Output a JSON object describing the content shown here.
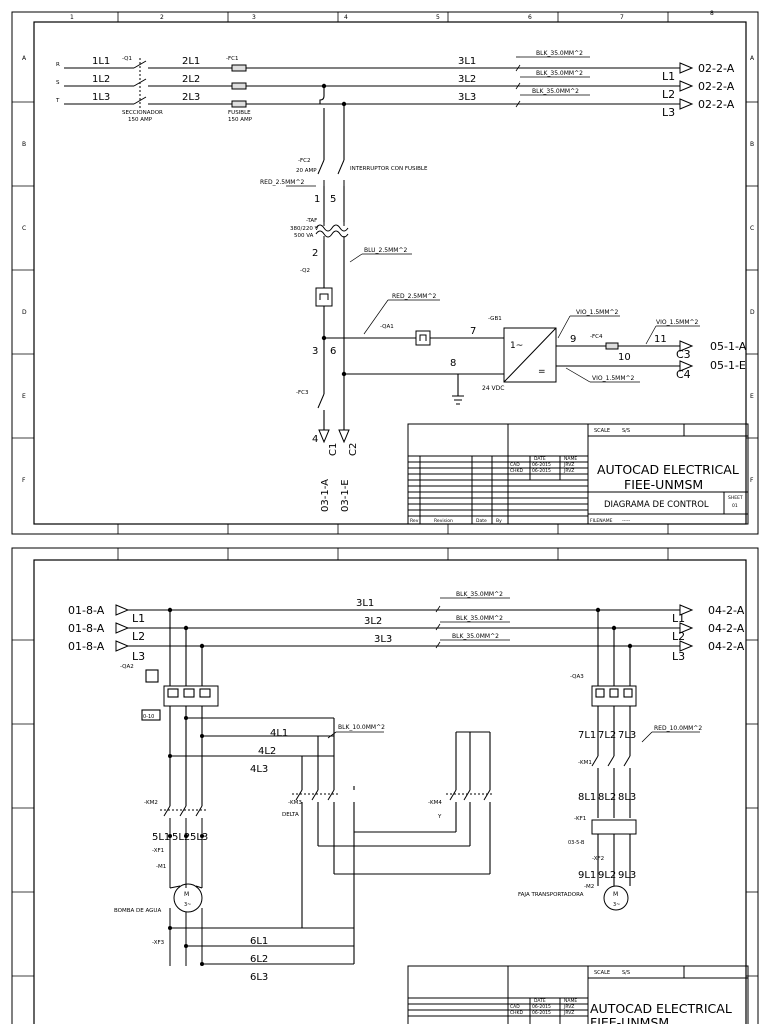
{
  "sheet1": {
    "col_numbers": [
      "1",
      "2",
      "3",
      "4",
      "5",
      "6",
      "7",
      "8"
    ],
    "row_letters": [
      "A",
      "B",
      "C",
      "D",
      "E",
      "F"
    ],
    "phase_in": [
      "R",
      "S",
      "T"
    ],
    "lines_left": [
      "1L1",
      "1L2",
      "1L3"
    ],
    "lines_mid": [
      "2L1",
      "2L2",
      "2L3"
    ],
    "lines_right": [
      "3L1",
      "3L2",
      "3L3"
    ],
    "q1_tag": "-Q1",
    "fc1_tag": "-FC1",
    "seccionador": "SECCIONADOR",
    "seccionador_amp": "150 AMP",
    "fusible": "FUSIBLE",
    "fusible_amp": "150 AMP",
    "wire_blk35": "BLK_35.0MM^2",
    "out_refs": [
      "02-2-A",
      "02-2-A",
      "02-2-A"
    ],
    "out_labels": [
      "L1",
      "L2",
      "L3"
    ],
    "fc2_tag": "-FC2",
    "fc2_amp": "20 AMP",
    "interruptor": "INTERRUPTOR CON FUSIBLE",
    "wire_red25": "RED_2.5MM^2",
    "n1": "1",
    "n5": "5",
    "taf_tag": "-TAF",
    "taf_v": "380/220 V",
    "taf_va": "500 VA",
    "wire_blu25": "BLU_2.5MM^2",
    "n2": "2",
    "q2_tag": "-Q2",
    "wire_red25b": "RED_2.5MM^2",
    "qa1_tag": "-QA1",
    "gb1_tag": "-GB1",
    "wire_vio15a": "VIO_1.5MM^2",
    "wire_vio15b": "VIO_1.5MM^2",
    "wire_vio15c": "VIO_1.5MM^2",
    "fc4_tag": "-FC4",
    "n7": "7",
    "n9": "9",
    "n11": "11",
    "n10": "10",
    "n8": "8",
    "n3": "3",
    "n6": "6",
    "n4": "4",
    "vdc": "24 VDC",
    "psu_ac": "1~",
    "psu_dc": "=",
    "c3": "C3",
    "c4": "C4",
    "c3_ref": "05-1-A",
    "c4_ref": "05-1-E",
    "fc3_tag": "-FC3",
    "c1": "C1",
    "c2": "C2",
    "c1_ref": "03-1-A",
    "c2_ref": "03-1-E",
    "title_block": {
      "scale_label": "SCALE",
      "scale_value": "S/S",
      "date_label": "DATE",
      "name_label": "NAME",
      "cad_label": "CAD",
      "cad_date": "06-2015",
      "cad_name": "JRVZ",
      "chkd_label": "CHKD",
      "chkd_date": "06-2015",
      "chkd_name": "JRVZ",
      "company_line1": "AUTOCAD ELECTRICAL",
      "company_line2": "FIEE-UNMSM",
      "drawing_title": "DIAGRAMA DE CONTROL",
      "sheet_label": "SHEET",
      "sheet_value": "01",
      "filename_label": "FILENAME",
      "filename_value": "-----",
      "rev_label": "Rev",
      "revision_label": "Revision",
      "date_col_label": "Date",
      "by_label": "By"
    }
  },
  "sheet2": {
    "in_refs": [
      "01-8-A",
      "01-8-A",
      "01-8-A"
    ],
    "in_labels": [
      "L1",
      "L2",
      "L3"
    ],
    "lines": [
      "3L1",
      "3L2",
      "3L3"
    ],
    "wire_blk35": "BLK_35.0MM^2",
    "out_refs": [
      "04-2-A",
      "04-2-A",
      "04-2-A"
    ],
    "out_labels": [
      "L1",
      "L2",
      "L3"
    ],
    "qa2_tag": "-QA2",
    "qa2_range": "0-10",
    "qa3_tag": "-QA3",
    "wire_blk10": "BLK_10.0MM^2",
    "line4": [
      "4L1",
      "4L2",
      "4L3"
    ],
    "km2_tag": "-KM2",
    "km3_tag": "-KM3",
    "km3_label": "DELTA",
    "km4_tag": "-KM4",
    "km4_label": "Y",
    "line5": [
      "5L1",
      "5L2",
      "5L3"
    ],
    "xf1_tag": "-XF1",
    "m1_tag": "-M1",
    "m1_desc": "BOMBA DE AGUA",
    "motor_m": "M",
    "motor_ph": "3~",
    "xf3_tag": "-XF3",
    "line6": [
      "6L1",
      "6L2",
      "6L3"
    ],
    "wire_red10": "RED_10.0MM^2",
    "line7": [
      "7L1",
      "7L2",
      "7L3"
    ],
    "km1_tag": "-KM1",
    "line8": [
      "8L1",
      "8L2",
      "8L3"
    ],
    "kf1_tag": "-KF1",
    "kf_ref": "03-5-B",
    "xf2_tag": "-XF2",
    "line9": [
      "9L1",
      "9L2",
      "9L3"
    ],
    "m2_tag": "-M2",
    "m2_desc": "FAJA TRANSPORTADORA",
    "title_block": {
      "scale_label": "SCALE",
      "scale_value": "S/S",
      "date_label": "DATE",
      "name_label": "NAME",
      "cad_label": "CAD",
      "cad_date": "06-2015",
      "cad_name": "JRVZ",
      "chkd_label": "CHKD",
      "chkd_date": "06-2015",
      "chkd_name": "JRVZ",
      "company_line1": "AUTOCAD ELECTRICAL",
      "company_line2": "FIEE-UNMSM"
    }
  }
}
